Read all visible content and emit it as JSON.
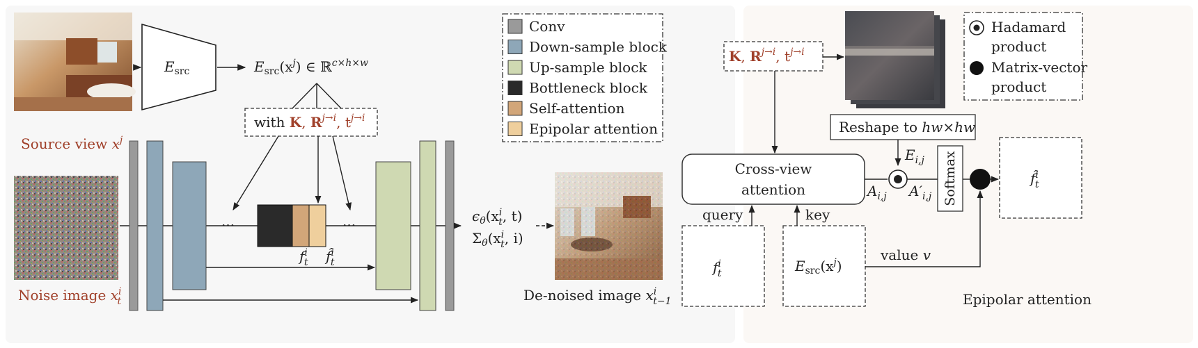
{
  "left_panel": {
    "source_caption": "Source view ",
    "source_var": "x",
    "source_sup": "j",
    "noise_caption": "Noise image ",
    "noise_var": "x",
    "noise_sub": "t",
    "noise_sup": "i",
    "encoder_label": "E",
    "encoder_sub": "src",
    "encoder_output": "E",
    "encoder_output_sub": "src",
    "encoder_output_rest": "(x",
    "encoder_output_sup": "j",
    "encoder_output_tail": ") ∈ ℝ",
    "encoder_output_dims": "c×h×w",
    "camera_box_prefix": "with ",
    "camera_K": "K",
    "camera_R": "R",
    "camera_R_sup": "j→i",
    "camera_t": "t",
    "camera_t_sup": "j→i",
    "ellipsis": "···",
    "feature_f": "f",
    "feature_f_sub": "t",
    "feature_f_sup": "i",
    "feature_fhat": "f̂",
    "output_eps": "ϵ",
    "output_eps_sub": "θ",
    "output_eps_args": "(x",
    "output_eps_args_sub": "t",
    "output_eps_args_sup": "i",
    "output_eps_tail": ", t)",
    "output_sigma": "Σ",
    "output_sigma_sub": "θ",
    "output_sigma_tail": ", i)",
    "denoised_caption": "De-noised image ",
    "denoised_var": "x",
    "denoised_sub": "t−1",
    "denoised_sup": "i"
  },
  "legend": {
    "items": [
      {
        "label": "Conv",
        "color": "#9a9a9a"
      },
      {
        "label": "Down-sample block",
        "color": "#8ea7b8"
      },
      {
        "label": "Up-sample block",
        "color": "#cfd9b2"
      },
      {
        "label": "Bottleneck block",
        "color": "#2a2a2a"
      },
      {
        "label": "Self-attention",
        "color": "#d2a679"
      },
      {
        "label": "Epipolar attention",
        "color": "#efcf9d"
      }
    ]
  },
  "right_panel": {
    "camera_K": "K",
    "camera_R": "R",
    "camera_R_sup": "j→i",
    "camera_t": "t",
    "camera_t_sup": "j→i",
    "reshape_label": "Reshape to ",
    "reshape_dims": "hw×hw",
    "cross_view_line1": "Cross-view",
    "cross_view_line2": "attention",
    "query_label": "query",
    "key_label": "key",
    "value_label": "value ",
    "value_var": "v",
    "E_label": "E",
    "E_sub": "i,j",
    "A_label": "A",
    "A_sub": "i,j",
    "Aprime_label": "A′",
    "Aprime_sub": "i,j",
    "softmax_label": "Softmax",
    "fhat_out": "f̂",
    "f_box": "f",
    "f_box_sub": "t",
    "f_box_sup": "i",
    "esrc_box": "E",
    "esrc_box_sub": "src",
    "esrc_box_tail": "(x",
    "esrc_box_sup": "j",
    "esrc_box_close": ")",
    "legend_hadamard_line1": "Hadamard",
    "legend_hadamard_line2": "product",
    "legend_matvec_line1": "Matrix-vector",
    "legend_matvec_line2": "product",
    "panel_title": "Epipolar attention"
  },
  "colors": {
    "accent_red": "#a0402a",
    "panel_bg_left": "#f7f7f7",
    "panel_bg_right": "#fbf8f5"
  }
}
